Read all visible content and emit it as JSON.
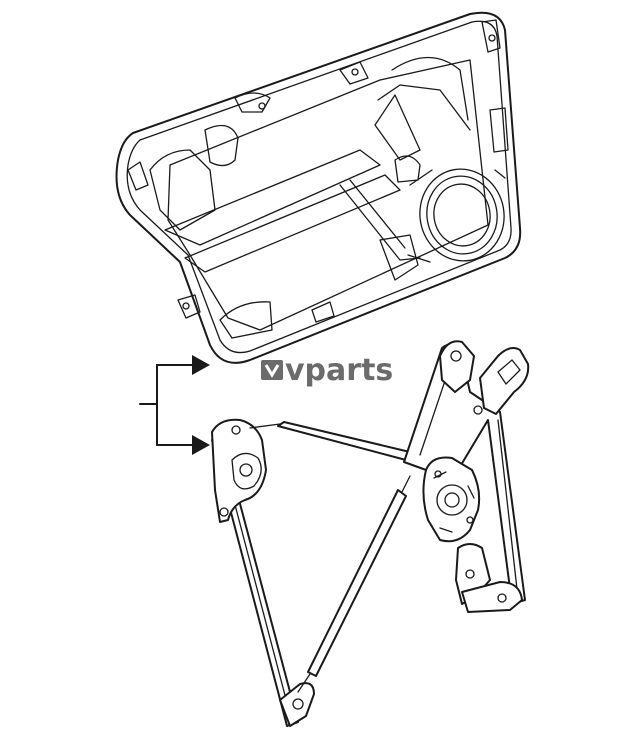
{
  "watermark": {
    "brand": "vparts",
    "color": "#6b6b6b"
  },
  "colors": {
    "line": "#1a1a1a",
    "background": "#ffffff"
  },
  "parts": [
    {
      "name": "door-module-panel"
    },
    {
      "name": "window-regulator"
    }
  ]
}
